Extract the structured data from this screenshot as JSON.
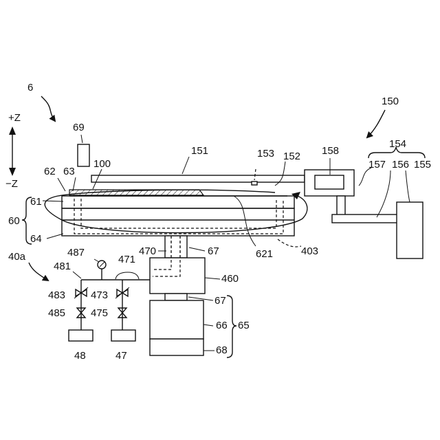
{
  "labels": {
    "l6": "6",
    "lpz": "+Z",
    "lmz": "−Z",
    "l69": "69",
    "l62": "62",
    "l63": "63",
    "l100": "100",
    "l151": "151",
    "l153": "153",
    "l152": "152",
    "l158": "158",
    "l150": "150",
    "l154": "154",
    "l157": "157",
    "l156": "156",
    "l155": "155",
    "l60": "60",
    "l61": "61",
    "l64": "64",
    "l621": "621",
    "l403": "403",
    "l470": "470",
    "l67a": "67",
    "l460": "460",
    "l67b": "67",
    "l66": "66",
    "l65": "65",
    "l68": "68",
    "l40a": "40a",
    "l487": "487",
    "l481": "481",
    "l471": "471",
    "l483": "483",
    "l473": "473",
    "l485": "485",
    "l475": "475",
    "l48": "48",
    "l47": "47"
  },
  "colors": {
    "line": "#111111",
    "background": "#ffffff"
  }
}
